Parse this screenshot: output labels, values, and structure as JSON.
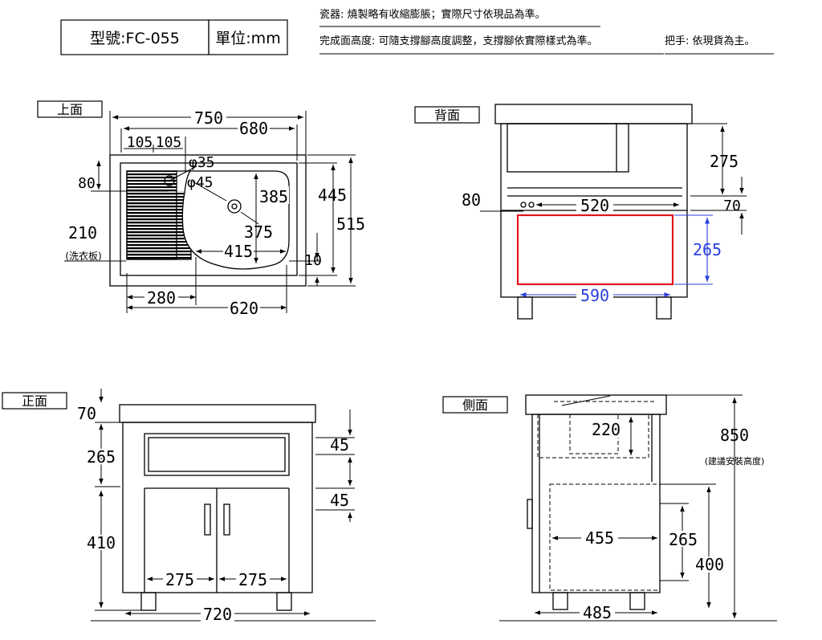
{
  "header": {
    "model_label": "型號:FC-055",
    "unit_label": "單位:mm",
    "note_line1": "瓷器: 燒製略有收縮膨脹；實際尺寸依現品為準。",
    "note_line2a": "完成面高度: 可隨支撐腳高度調整，支撐腳依實際樣式為準。",
    "note_line2b": "把手: 依現貨為主。"
  },
  "views": {
    "top": {
      "label": "上面",
      "dims": {
        "d750": "750",
        "d680": "680",
        "d105a": "105",
        "d105b": "105",
        "d35": "φ35",
        "d45c": "φ45",
        "d80": "80",
        "d385": "385",
        "d445": "445",
        "d515": "515",
        "d375": "375",
        "d415": "415",
        "d10": "10",
        "d210": "210",
        "d280": "280",
        "d620": "620"
      },
      "washboard_label": "(洗衣板)"
    },
    "back": {
      "label": "背面",
      "dims": {
        "d275": "275",
        "d80": "80",
        "d520": "520",
        "d70": "70",
        "d265": "265",
        "d590": "590"
      }
    },
    "front": {
      "label": "正面",
      "dims": {
        "d70": "70",
        "d265": "265",
        "d45a": "45",
        "d45b": "45",
        "d410": "410",
        "d275a": "275",
        "d275b": "275",
        "d720": "720"
      }
    },
    "side": {
      "label": "側面",
      "dims": {
        "d220": "220",
        "d850": "850",
        "d455": "455",
        "d265": "265",
        "d400": "400",
        "d485": "485"
      },
      "install_note": "(建議安裝高度)"
    }
  },
  "colors": {
    "line": "#000000",
    "highlight_red": "#e0141c",
    "highlight_blue": "#2a3fe0"
  }
}
